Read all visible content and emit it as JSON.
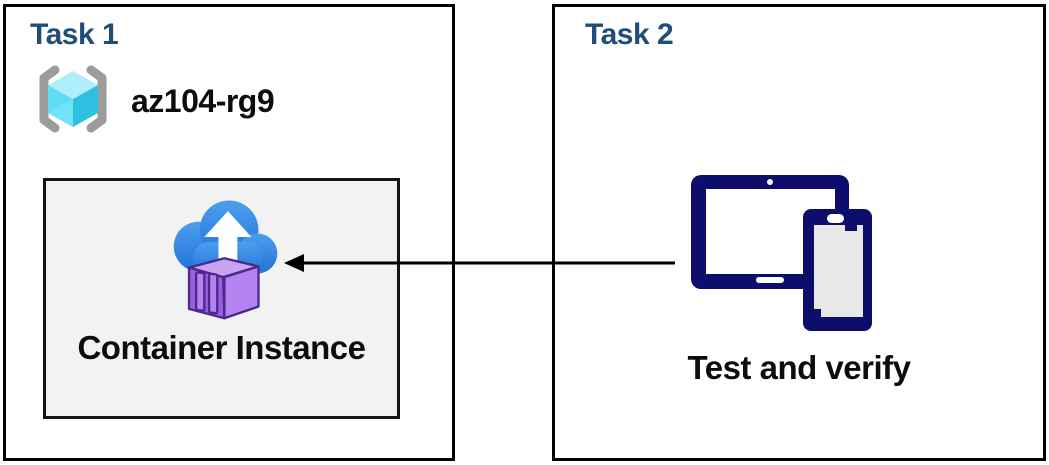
{
  "diagram": {
    "task1": {
      "title": "Task 1",
      "resource_group": {
        "name": "az104-rg9",
        "icon": "resource-group-icon"
      },
      "container_instance": {
        "label": "Container Instance",
        "icon": "container-instance-cloud-upload-icon"
      }
    },
    "task2": {
      "title": "Task 2",
      "label": "Test and verify",
      "icon": "devices-tablet-phone-icon"
    },
    "arrow": {
      "from": "task2-devices-icon",
      "to": "task1-container-instance-box",
      "direction": "right-to-left"
    },
    "colors": {
      "task_title_blue": "#1F4E79",
      "box_border_black": "#000000",
      "container_box_bg": "#F2F2F2",
      "device_navy": "#0D0D6B",
      "cloud_blue_light": "#4C9FEE",
      "cloud_blue_dark": "#2272D9",
      "container_purple_front": "#9C5FE0",
      "container_purple_side": "#B583F0",
      "container_purple_top": "#C9A4F2",
      "cube_cyan_top": "#AEEFFB",
      "cube_cyan_left": "#5FDDF5",
      "cube_cyan_right": "#2EC0E0",
      "bracket_gray": "#9C9C9C",
      "text_black": "#0D0D0D"
    }
  }
}
